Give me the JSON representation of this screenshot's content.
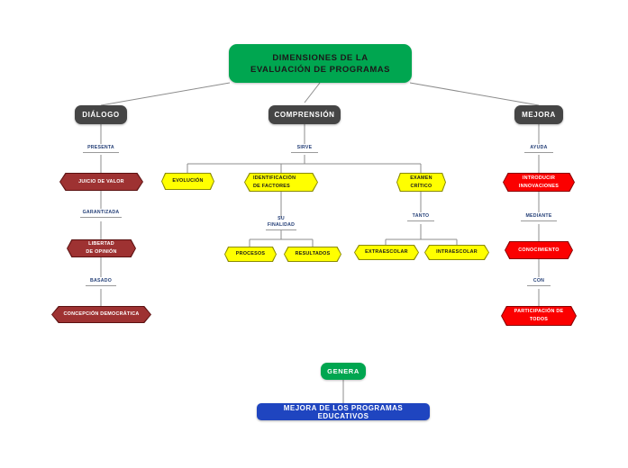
{
  "diagram": {
    "title": "DIMENSIONES DE LA EVALUACIÓN DE PROGRAMAS",
    "colors": {
      "root_green": "#00a650",
      "branch_gray": "#454545",
      "hex_dark_red": "#9e3232",
      "hex_yellow": "#ffff00",
      "hex_bright_red": "#fb0000",
      "bottom_blue": "#1f45c0",
      "label_blue": "#243f77",
      "connector_gray": "#9a9a9a",
      "background": "#ffffff"
    }
  },
  "root": {
    "line1": "DIMENSIONES DE LA",
    "line2": "EVALUACIÓN  DE PROGRAMAS"
  },
  "branches": {
    "dialogo": {
      "label": "DIÁLOGO"
    },
    "comprension": {
      "label": "COMPRENSIÓN"
    },
    "mejora": {
      "label": "MEJORA"
    }
  },
  "connector_labels": {
    "presenta": "PRESENTA",
    "garantizada": "GARANTIZADA",
    "basado": "BASADO",
    "sirve": "SIRVE",
    "su_finalidad_l1": "SU",
    "su_finalidad_l2": "FINALIDAD",
    "tanto": "TANTO",
    "ayuda": "AYUDA",
    "mediante": "MEDIANTE",
    "con": "CON"
  },
  "left_branch": {
    "juicio_de_valor": "JUICIO DE VALOR",
    "libertad_l1": "LIBERTAD",
    "libertad_l2": "DE OPINIÓN",
    "concepcion": "CONCEPCIÓN DEMOCRÁTICA"
  },
  "middle_branch": {
    "evolucion": "EVOLUCIÓN",
    "identificacion_l1": "IDENTIFICACIÓN",
    "identificacion_l2": "DE FACTORES",
    "examen_l1": "EXAMEN",
    "examen_l2": "CRÍTICO",
    "procesos": "PROCESOS",
    "resultados": "RESULTADOS",
    "extraescolar": "EXTRAESCOLAR",
    "intraescolar": "INTRAESCOLAR"
  },
  "right_branch": {
    "introducir_l1": "INTRODUCIR",
    "introducir_l2": "INNOVACIONES",
    "conocimiento": "CONOCIMIENTO",
    "participacion_l1": "PARTICIPACIÓN DE",
    "participacion_l2": "TODOS"
  },
  "bottom": {
    "genera": "GENERA",
    "mejora_programas": "MEJORA DE LOS PROGRAMAS EDUCATIVOS"
  }
}
